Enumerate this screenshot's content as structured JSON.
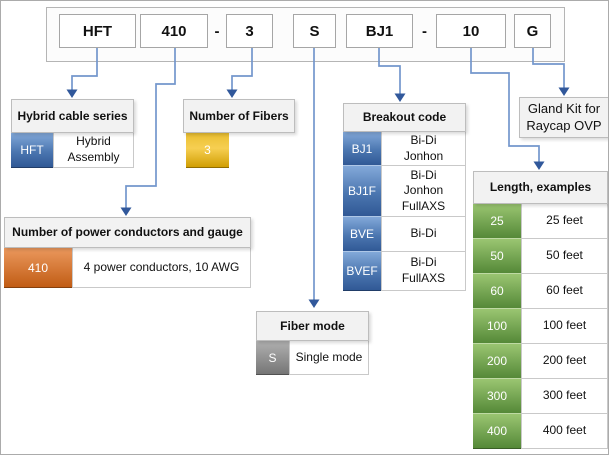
{
  "part_code": {
    "segments": [
      "HFT",
      "410",
      "3",
      "S",
      "BJ1",
      "10",
      "G"
    ],
    "separators": [
      "-",
      "-"
    ]
  },
  "sections": {
    "series": {
      "title": "Hybrid cable series",
      "rows": [
        {
          "code": "HFT",
          "desc": "Hybrid\nAssembly"
        }
      ]
    },
    "fibers": {
      "title": "Number of Fibers",
      "rows": [
        {
          "code": "3"
        }
      ]
    },
    "power": {
      "title": "Number of power conductors and gauge",
      "rows": [
        {
          "code": "410",
          "desc": "4 power conductors, 10 AWG"
        }
      ]
    },
    "fiber_mode": {
      "title": "Fiber mode",
      "rows": [
        {
          "code": "S",
          "desc": "Single mode"
        }
      ]
    },
    "breakout": {
      "title": "Breakout code",
      "rows": [
        {
          "code": "BJ1",
          "desc": "Bi-Di\nJonhon"
        },
        {
          "code": "BJ1F",
          "desc": "Bi-Di\nJonhon\nFullAXS"
        },
        {
          "code": "BVE",
          "desc": "Bi-Di"
        },
        {
          "code": "BVEF",
          "desc": "Bi-Di\nFullAXS"
        }
      ]
    },
    "gland": {
      "label": "Gland Kit for\nRaycap OVP"
    },
    "length": {
      "title": "Length, examples",
      "rows": [
        {
          "code": "25",
          "desc": "25 feet"
        },
        {
          "code": "50",
          "desc": "50 feet"
        },
        {
          "code": "60",
          "desc": "60 feet"
        },
        {
          "code": "100",
          "desc": "100 feet"
        },
        {
          "code": "200",
          "desc": "200 feet"
        },
        {
          "code": "300",
          "desc": "300 feet"
        },
        {
          "code": "400",
          "desc": "400 feet"
        }
      ]
    }
  },
  "colors": {
    "blue_top": "#85abdb",
    "blue_bottom": "#2f5794",
    "orange_top": "#ec9a5f",
    "orange_bottom": "#c05b13",
    "gold_top": "#e9bd2e",
    "gold_bottom": "#cf9c00",
    "gray_top": "#b2b2b2",
    "gray_bottom": "#747474",
    "green_top": "#9cc773",
    "green_bottom": "#538736",
    "connector": "#7396cc",
    "arrow": "#31589b"
  }
}
